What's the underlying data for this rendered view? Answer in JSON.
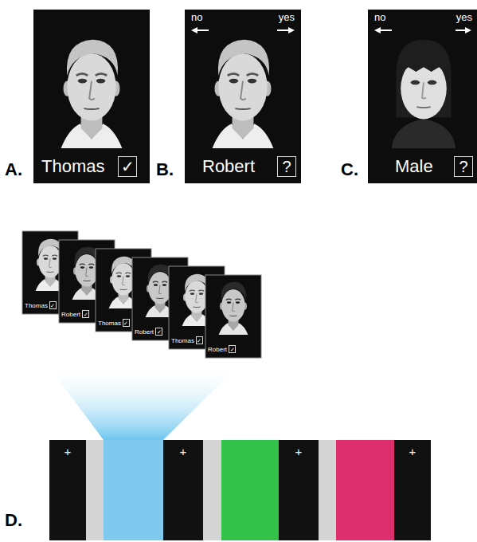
{
  "diagram": {
    "nodes": [
      {
        "text": [
          "Thomas",
          "✓"
        ]
      },
      {
        "text": [
          "no",
          "yes",
          "Robert",
          "?"
        ]
      },
      {
        "text": [
          "no",
          "yes",
          "Male",
          "?"
        ]
      },
      {
        "text": [
          "Thomas",
          "✓"
        ]
      },
      {
        "text": [
          "Robert",
          "✓"
        ]
      },
      {
        "text": [
          "Thomas",
          "✓"
        ]
      },
      {
        "text": [
          "Robert",
          "✓"
        ]
      },
      {
        "text": [
          "Thomas",
          "✓"
        ]
      },
      {
        "text": [
          "Robert",
          "✓"
        ]
      },
      {
        "text": [
          "+"
        ]
      },
      {
        "text": [
          "+"
        ]
      },
      {
        "text": [
          "+"
        ]
      },
      {
        "text": [
          "+"
        ]
      }
    ],
    "labels": [
      "A.",
      "B.",
      "C.",
      "D."
    ]
  }
}
